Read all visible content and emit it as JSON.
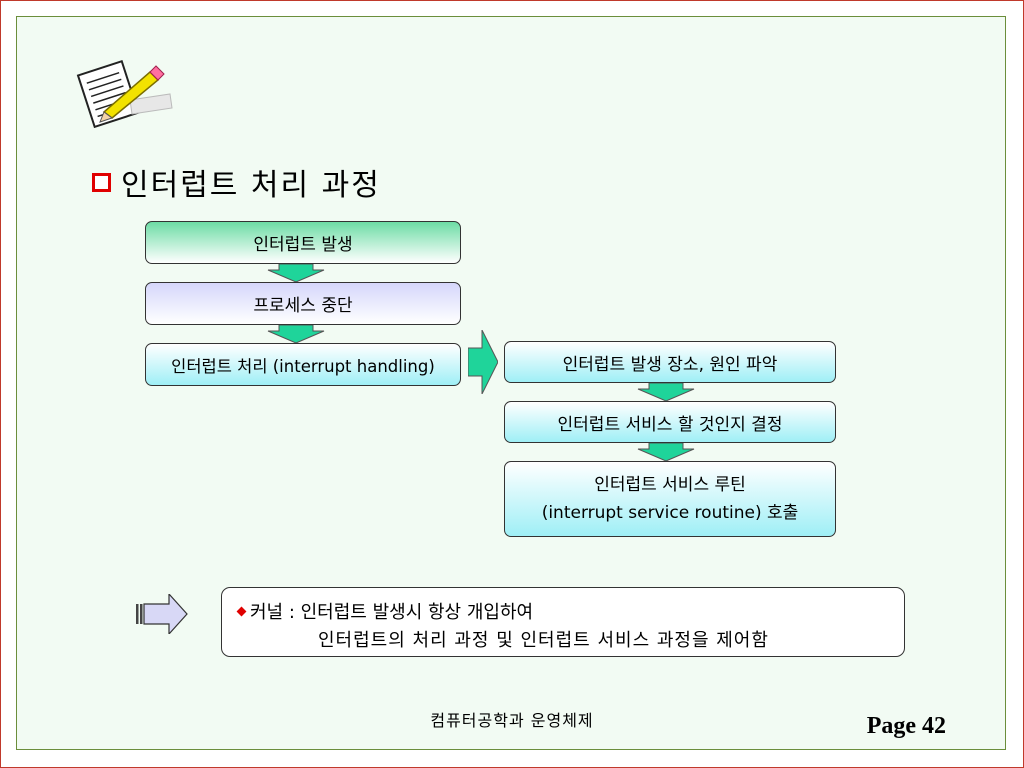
{
  "slide": {
    "title": "인터럽트 처리 과정"
  },
  "flow": {
    "step1": "인터럽트 발생",
    "step2": "프로세스 중단",
    "step3": "인터럽트 처리 (interrupt handling)",
    "sub1": "인터럽트 발생 장소, 원인 파악",
    "sub2": "인터럽트 서비스 할 것인지 결정",
    "sub3_line1": "인터럽트 서비스 루틴",
    "sub3_line2": "(interrupt service routine) 호출"
  },
  "note": {
    "line1": "커널 : 인터럽트 발생시 항상 개입하여",
    "line2": "인터럽트의 처리 과정 및 인터럽트 서비스 과정을 제어함"
  },
  "footer": {
    "course": "컴퓨터공학과  운영체제",
    "page": "Page 42"
  },
  "colors": {
    "frame_outer": "#c0392b",
    "frame_inner": "#6b8e3b",
    "arrow_green": "#1fd49a",
    "bullet_red": "#e00000"
  },
  "icons": {
    "logo": "notepad-pencil-icon",
    "title_bullet": "square-bullet-icon",
    "note_bullet": "diamond-bullet-icon",
    "note_arrow": "striped-right-arrow-icon"
  }
}
